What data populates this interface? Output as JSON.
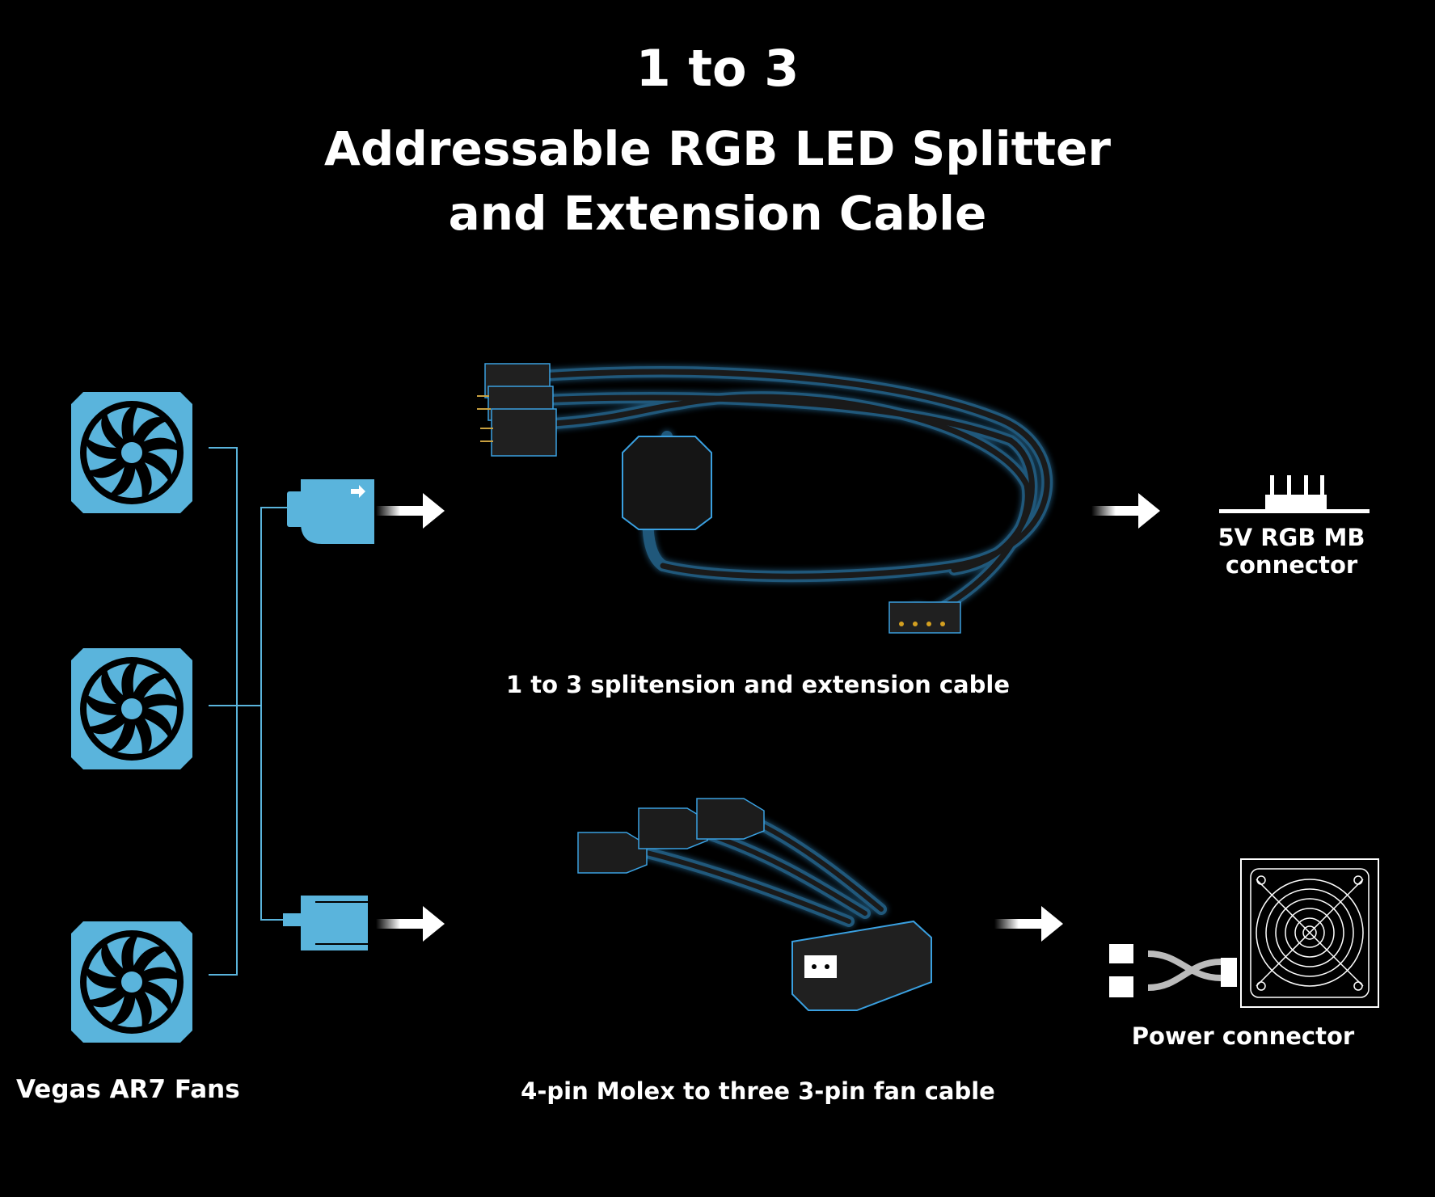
{
  "title": {
    "line1": "1 to 3",
    "line2": "Addressable RGB LED Splitter",
    "line3": "and Extension Cable"
  },
  "labels": {
    "fans": "Vegas AR7  Fans",
    "argb_cable": "1 to 3 splitension and extension cable",
    "mb_connector_line1": "5V RGB MB",
    "mb_connector_line2": "connector",
    "molex_cable": "4-pin Molex to three 3-pin fan cable",
    "power_connector": "Power connector"
  },
  "colors": {
    "accent": "#5ab4dc",
    "glow": "#3aa0e0",
    "background": "#000000",
    "text": "#ffffff"
  },
  "icons": {
    "fan": "fan-icon",
    "arrow": "arrow-right-icon",
    "argb_plug": "argb-plug-icon",
    "fan_plug": "fan-plug-icon",
    "mb_header": "motherboard-header-icon",
    "psu": "power-supply-icon"
  }
}
